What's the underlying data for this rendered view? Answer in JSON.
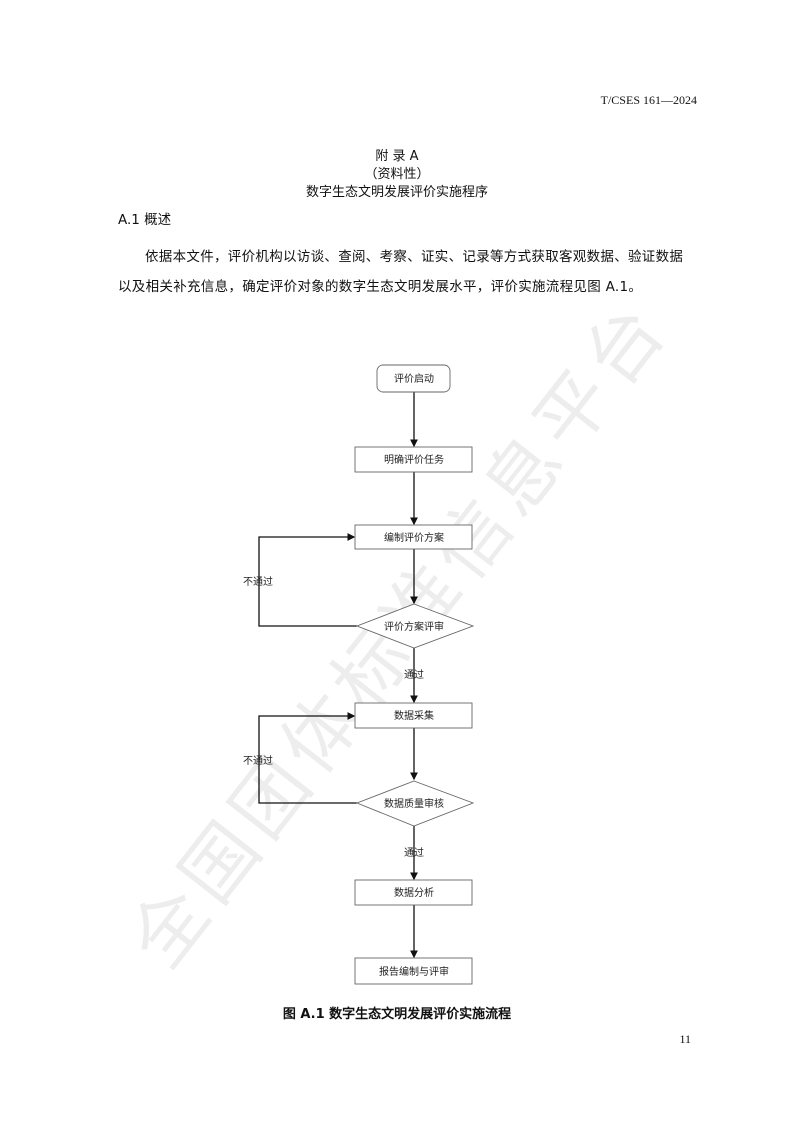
{
  "header": {
    "doc_id": "T/CSES 161—2024"
  },
  "titles": {
    "appendix": "附 录 A",
    "nature": "（资料性）",
    "main": "数字生态文明发展评价实施程序"
  },
  "section": {
    "heading": "A.1 概述"
  },
  "paragraph": {
    "line1": "依据本文件，评价机构以访谈、查阅、考察、证实、记录等方式获取客观数据、验证数据",
    "line2": "以及相关补充信息，确定评价对象的数字生态文明发展水平，评价实施流程见图 A.1。"
  },
  "flowchart": {
    "start": "评价启动",
    "step1": "明确评价任务",
    "step2": "编制评价方案",
    "decision1": "评价方案评审",
    "step3": "数据采集",
    "decision2": "数据质量审核",
    "step4": "数据分析",
    "step5": "报告编制与评审",
    "pass1": "通过",
    "fail1": "不通过",
    "pass2": "通过",
    "fail2": "不通过"
  },
  "caption": "图 A.1  数字生态文明发展评价实施流程",
  "page_number": "11",
  "watermark": "全国团体标准信息平台"
}
